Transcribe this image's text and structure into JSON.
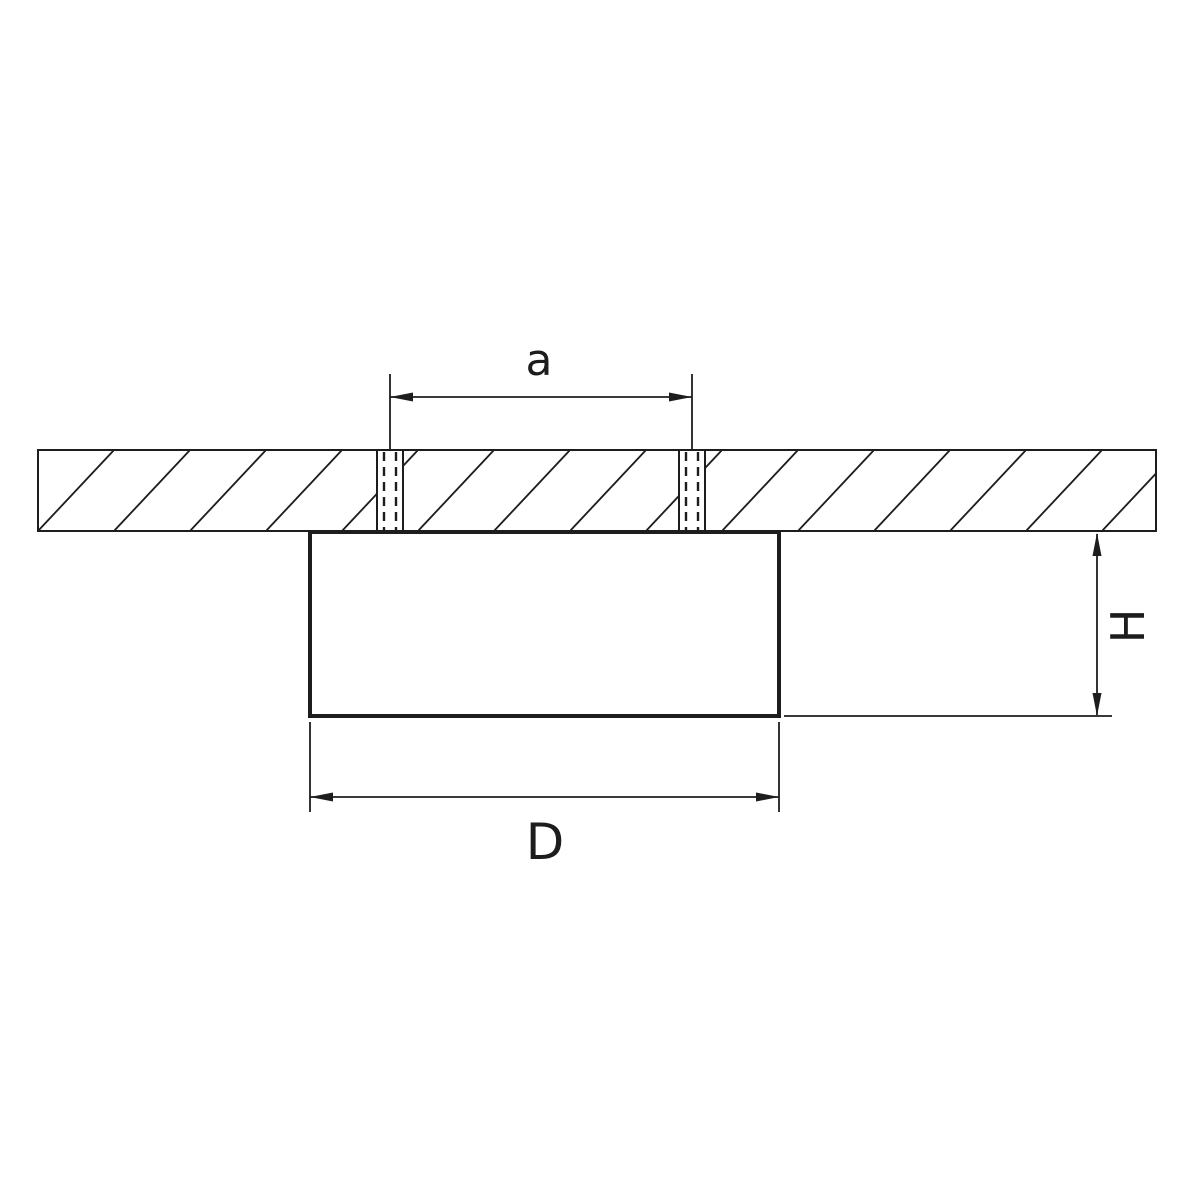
{
  "diagram": {
    "type": "dimension-drawing",
    "subject": "surface-mounted-ceiling-fixture-cross-section",
    "labels": {
      "mount_spacing": "a",
      "body_height": "H",
      "body_diameter": "D"
    },
    "colors": {
      "line": "#1d1d1b",
      "background": "#ffffff"
    }
  }
}
